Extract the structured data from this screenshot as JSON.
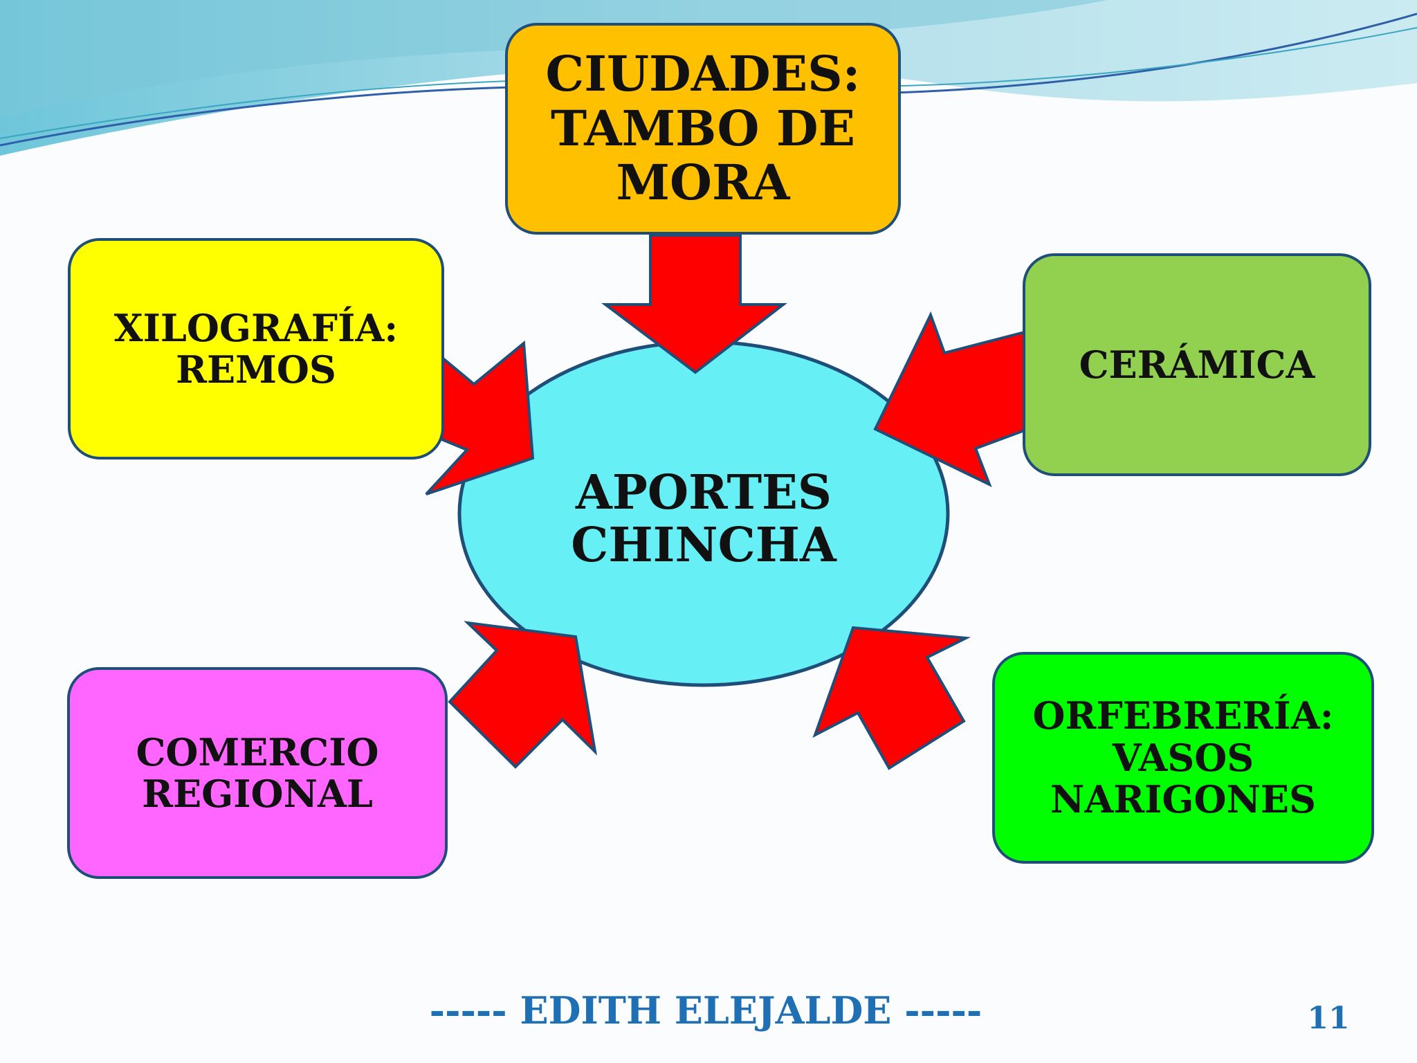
{
  "diagram": {
    "center": "APORTES\nCHINCHA",
    "nodes": {
      "top": "CIUDADES:\nTAMBO DE\nMORA",
      "left": "XILOGRAFÍA:\nREMOS",
      "right": "CERÁMICA",
      "bottom_left": "COMERCIO\nREGIONAL",
      "bottom_right": "ORFEBRERÍA:\nVASOS\nNARIGONES"
    }
  },
  "footer": {
    "author": "----- EDITH ELEJALDE -----",
    "page_number": "11"
  },
  "colors": {
    "center_fill": "#66f0f5",
    "arrow": "#ff0000",
    "outline": "#1f4e79",
    "top_box": "#ffc000",
    "left_box": "#ffff00",
    "right_box": "#92d050",
    "bottom_left_box": "#ff66ff",
    "bottom_right_box": "#00ff00",
    "footer_text": "#1f6fb5"
  }
}
